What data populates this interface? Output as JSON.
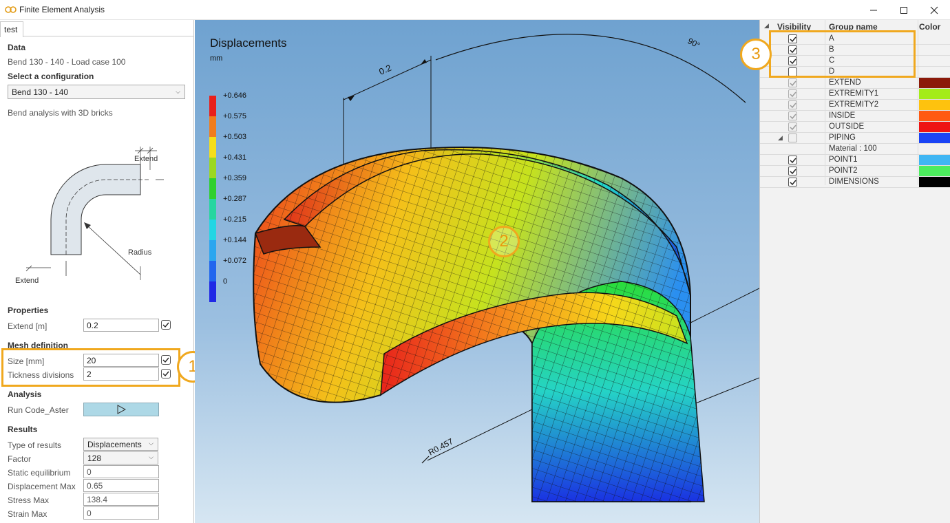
{
  "window": {
    "title": "Finite Element Analysis"
  },
  "tab": {
    "label": "test"
  },
  "left": {
    "data_title": "Data",
    "data_value": "Bend 130 - 140 - Load case 100",
    "config_title": "Select a configuration",
    "config_selected": "Bend 130 - 140",
    "config_description": "Bend analysis with 3D bricks",
    "diagram": {
      "extend_top": "Extend",
      "extend_bottom": "Extend",
      "radius": "Radius"
    },
    "properties_title": "Properties",
    "extend_label": "Extend [m]",
    "extend_value": "0.2",
    "mesh_title": "Mesh definition",
    "size_label": "Size [mm]",
    "size_value": "20",
    "thickness_label": "Tickness divisions",
    "thickness_value": "2",
    "analysis_title": "Analysis",
    "run_label": "Run Code_Aster",
    "results_title": "Results",
    "type_label": "Type of results",
    "type_value": "Displacements",
    "factor_label": "Factor",
    "factor_value": "128",
    "static_label": "Static equilibrium",
    "static_value": "0",
    "dispmax_label": "Displacement Max",
    "dispmax_value": "0.65",
    "stressmax_label": "Stress Max",
    "stressmax_value": "138.4",
    "strainmax_label": "Strain Max",
    "strainmax_value": "0"
  },
  "viewport": {
    "title": "Displacements",
    "unit": "mm",
    "legend": [
      "+0.646",
      "+0.575",
      "+0.503",
      "+0.431",
      "+0.359",
      "+0.287",
      "+0.215",
      "+0.144",
      "+0.072",
      "0"
    ],
    "legend_colors": [
      "#e8201c",
      "#f07d1e",
      "#f5de1a",
      "#9bd821",
      "#2fd02f",
      "#26d6a0",
      "#22d6e4",
      "#2ba6ef",
      "#2166ee",
      "#1f28e6"
    ],
    "dim_width": "0.2",
    "dim_angle": "90°",
    "dim_radius": "R0.457"
  },
  "callouts": {
    "one": "1",
    "two": "2",
    "three": "3"
  },
  "groups": {
    "headers": {
      "visibility": "Visibility",
      "name": "Group name",
      "color": "Color"
    },
    "rows": [
      {
        "name": "A",
        "checked": true,
        "enabled": true,
        "color": ""
      },
      {
        "name": "B",
        "checked": true,
        "enabled": true,
        "color": ""
      },
      {
        "name": "C",
        "checked": true,
        "enabled": true,
        "color": ""
      },
      {
        "name": "D",
        "checked": false,
        "enabled": true,
        "color": ""
      },
      {
        "name": "EXTEND",
        "checked": true,
        "enabled": false,
        "color": "#8b1a0a"
      },
      {
        "name": "EXTREMITY1",
        "checked": true,
        "enabled": false,
        "color": "#a4ec18"
      },
      {
        "name": "EXTREMITY2",
        "checked": true,
        "enabled": false,
        "color": "#fec20e"
      },
      {
        "name": "INSIDE",
        "checked": true,
        "enabled": false,
        "color": "#ff5a12"
      },
      {
        "name": "OUTSIDE",
        "checked": true,
        "enabled": false,
        "color": "#ee1313"
      },
      {
        "name": "PIPING",
        "checked": false,
        "enabled": false,
        "color": "#1a44f5"
      },
      {
        "name": "Material : 100",
        "checked": null,
        "enabled": false,
        "color": ""
      },
      {
        "name": "POINT1",
        "checked": true,
        "enabled": true,
        "color": "#40b6f3"
      },
      {
        "name": "POINT2",
        "checked": true,
        "enabled": true,
        "color": "#4ced5e"
      },
      {
        "name": "DIMENSIONS",
        "checked": true,
        "enabled": true,
        "color": "#000000"
      }
    ]
  }
}
